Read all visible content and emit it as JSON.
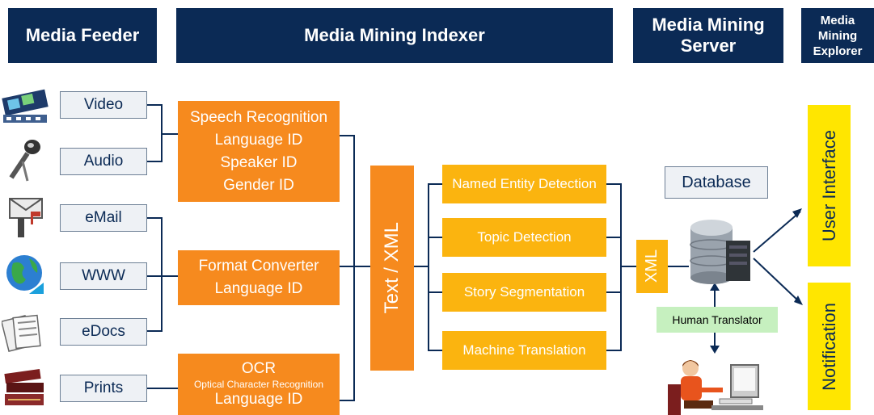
{
  "headers": {
    "feeder": "Media Feeder",
    "indexer": "Media Mining Indexer",
    "server_line1": "Media Mining",
    "server_line2": "Server",
    "explorer_line1": "Media",
    "explorer_line2": "Mining",
    "explorer_line3": "Explorer"
  },
  "sources": [
    "Video",
    "Audio",
    "eMail",
    "WWW",
    "eDocs",
    "Prints"
  ],
  "processors": {
    "speech": [
      "Speech Recognition",
      "Language ID",
      "Speaker ID",
      "Gender ID"
    ],
    "format": [
      "Format Converter",
      "Language ID"
    ],
    "ocr_title": "OCR",
    "ocr_sub": "Optical Character Recognition",
    "ocr_lang": "Language ID"
  },
  "text_xml": "Text / XML",
  "analysis": [
    "Named Entity Detection",
    "Topic Detection",
    "Story Segmentation",
    "Machine Translation"
  ],
  "xml": "XML",
  "database": "Database",
  "human_translator": "Human Translator",
  "explorer": {
    "user_interface": "User Interface",
    "notification": "Notification"
  },
  "icons": [
    "film-reel-icon",
    "microphone-icon",
    "mailbox-icon",
    "globe-icon",
    "documents-icon",
    "books-icon",
    "database-server-icon",
    "translator-person-icon"
  ]
}
